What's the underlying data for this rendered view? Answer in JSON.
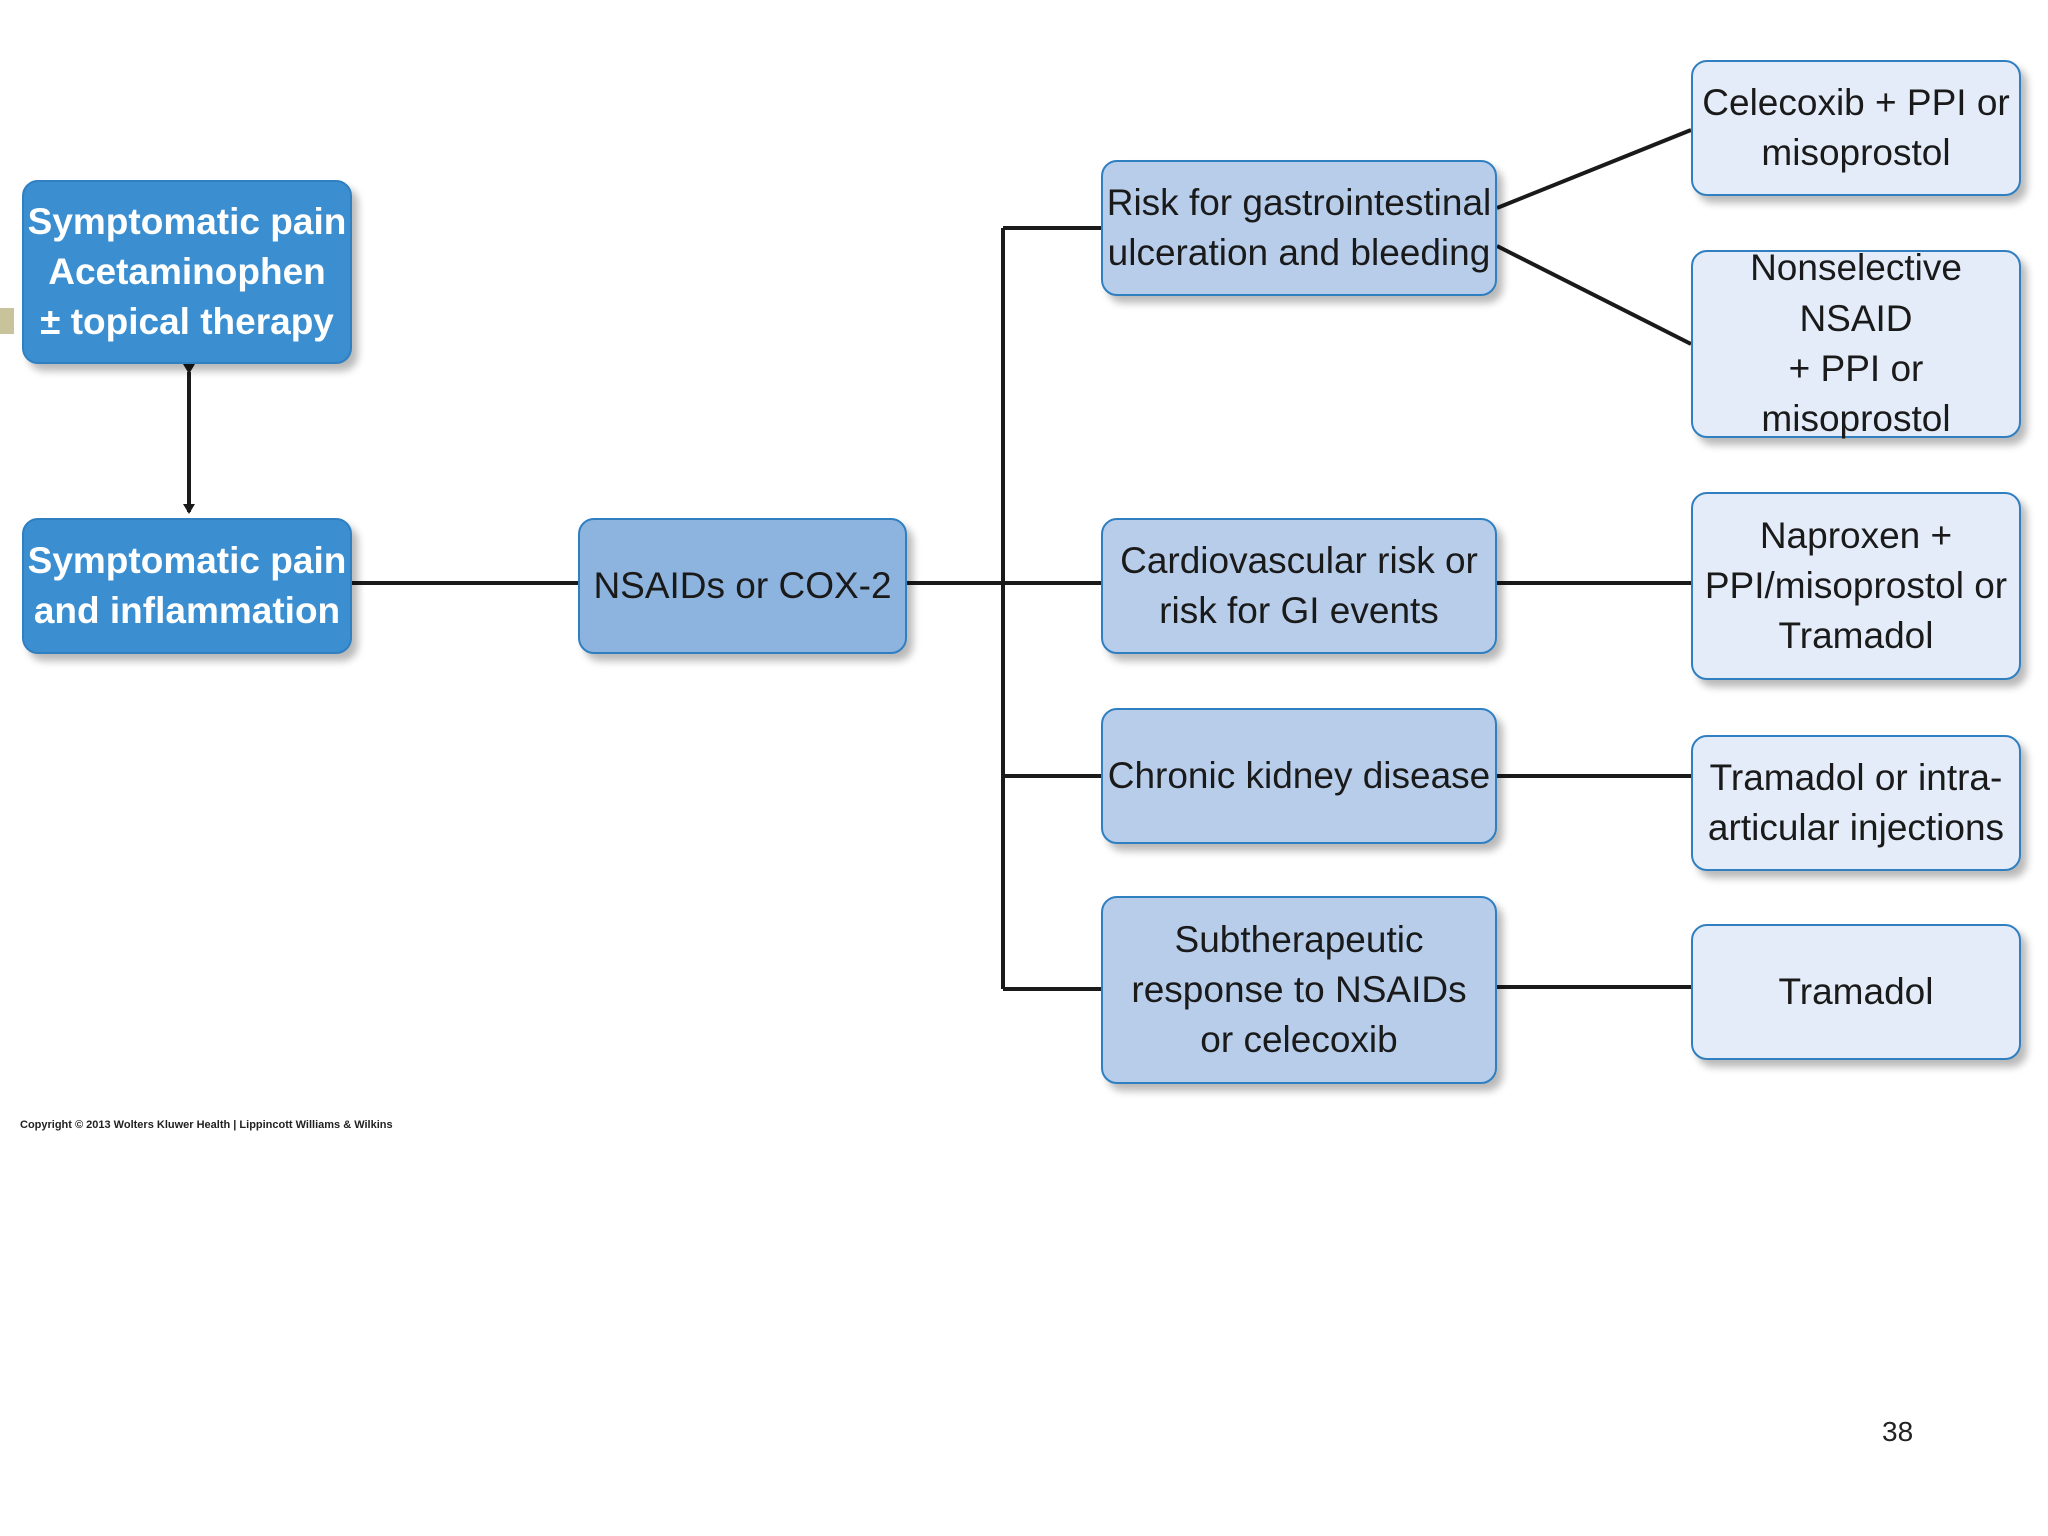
{
  "nodes": {
    "acetaminophen": "Symptomatic pain\nAcetaminophen\n± topical therapy",
    "inflammation": "Symptomatic pain\nand inflammation",
    "nsaids": "NSAIDs or COX-2",
    "gi_risk": "Risk for gastrointestinal\nulceration and bleeding",
    "cv_risk": "Cardiovascular risk or\nrisk for GI events",
    "ckd": "Chronic kidney disease",
    "subtherapeutic": "Subtherapeutic\nresponse to NSAIDs\nor celecoxib",
    "celecoxib": "Celecoxib + PPI or\nmisoprostol",
    "nonselective": "Nonselective NSAID\n+ PPI or\nmisoprostol",
    "naproxen": "Naproxen +\nPPI/misoprostol or\nTramadol",
    "tramadol_intra": "Tramadol or intra-\narticular injections",
    "tramadol": "Tramadol"
  },
  "copyright": "Copyright © 2013 Wolters Kluwer Health | Lippincott Williams & Wilkins",
  "page_number": "38",
  "colors": {
    "box_dark": "#3b8fd1",
    "box_mid": "#8db3df",
    "box_light": "#b7cdea",
    "box_pale": "#e3ecf8",
    "border": "#2f7fc1",
    "connector": "#1a1a1a"
  }
}
